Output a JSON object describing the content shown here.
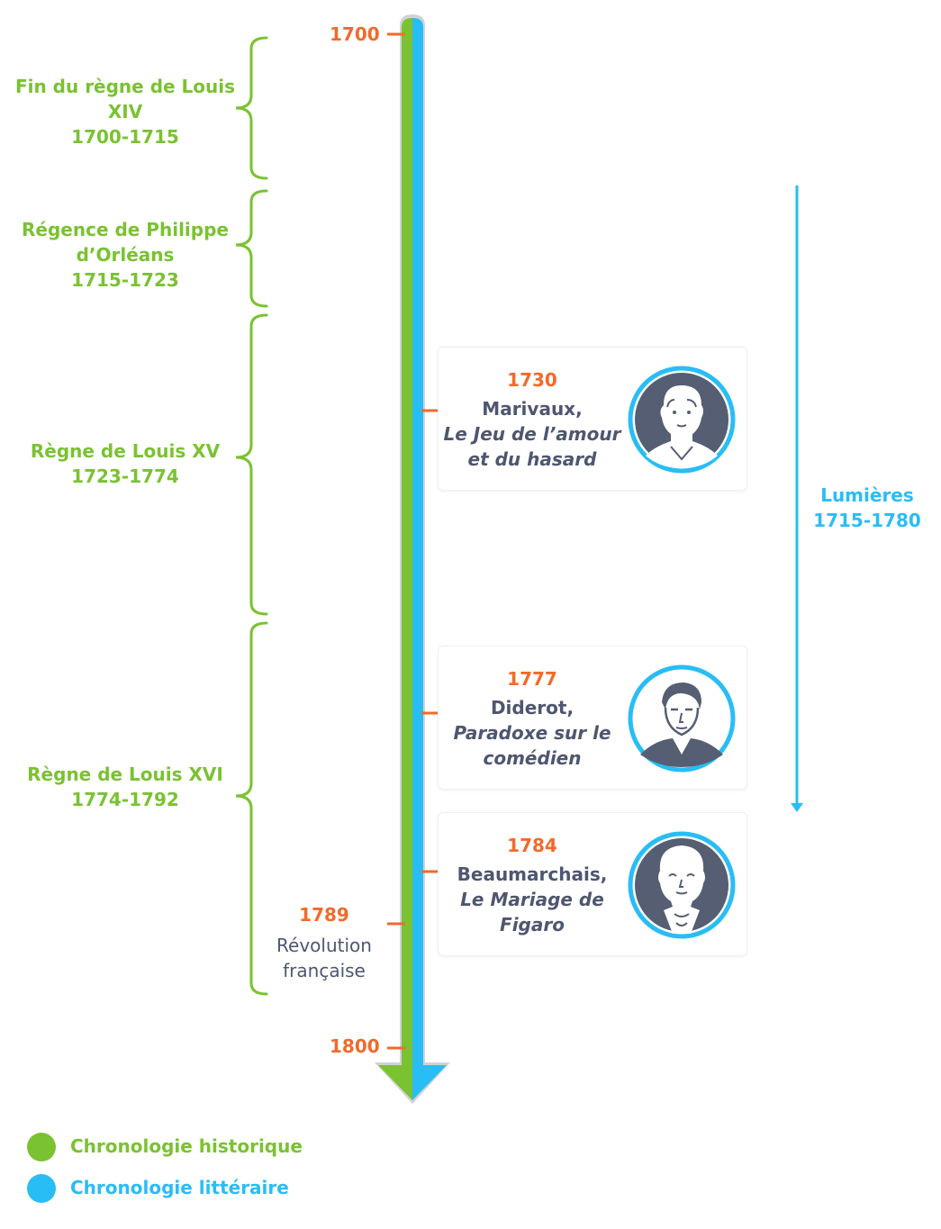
{
  "colors": {
    "historical": "#7ac231",
    "literary": "#29bdf5",
    "accent": "#f26a2a",
    "text": "#4e5670",
    "portrait": "#555e72"
  },
  "timeline": {
    "start_label": "1700",
    "end_label": "1800"
  },
  "periods": [
    {
      "title": "Fin du règne de Louis XIV",
      "years": "1700-1715"
    },
    {
      "title": "Régence de Philippe d’Orléans",
      "years": "1715-1723"
    },
    {
      "title": "Règne de Louis XV",
      "years": "1723-1774"
    },
    {
      "title": "Règne de Louis XVI",
      "years": "1774-1792"
    }
  ],
  "historical_event": {
    "year": "1789",
    "label": "Révolution française"
  },
  "literary_events": [
    {
      "year": "1730",
      "author": "Marivaux,",
      "work": "Le Jeu de l’amour et du hasard",
      "icon": "portrait-marivaux-icon"
    },
    {
      "year": "1777",
      "author": "Diderot,",
      "work": "Paradoxe sur le comédien",
      "icon": "portrait-diderot-icon"
    },
    {
      "year": "1784",
      "author": "Beaumarchais,",
      "work": "Le Mariage de Figaro",
      "icon": "portrait-beaumarchais-icon"
    }
  ],
  "movement": {
    "title": "Lumières",
    "years": "1715-1780"
  },
  "legend": [
    {
      "label": "Chronologie historique",
      "color": "#7ac231"
    },
    {
      "label": "Chronologie littéraire",
      "color": "#29bdf5"
    }
  ]
}
